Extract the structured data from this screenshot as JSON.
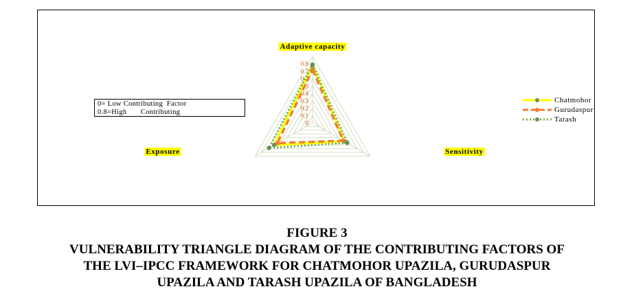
{
  "chart_data": {
    "type": "radar",
    "axes": [
      "Adaptive capacity",
      "Sensitivity",
      "Exposure"
    ],
    "scale": {
      "min": 0,
      "max": 0.8,
      "step": 0.1,
      "tick_labels": [
        "0",
        "0.1",
        "0.2",
        "0.3",
        "0.4",
        "0.5",
        "0.6",
        "0.7",
        "0.8"
      ]
    },
    "series": [
      {
        "name": "Chatmohor",
        "values": [
          0.78,
          0.5,
          0.6
        ],
        "color": "#FFFF00",
        "marker_color": "#6a8f5a",
        "dash": "solid"
      },
      {
        "name": "Gurudaspur",
        "values": [
          0.72,
          0.48,
          0.55
        ],
        "color": "#ED7D31",
        "marker_color": "#ED7D31",
        "dash": "dashed"
      },
      {
        "name": "Tarash",
        "values": [
          0.79,
          0.54,
          0.68
        ],
        "color": "#70AD47",
        "marker_color": "#6a8f5a",
        "dash": "dotted"
      }
    ],
    "grid": true,
    "legend_position": "right"
  },
  "note": {
    "line1": "0= Low Contributing  Factor",
    "line2": "0.8=High       Contributing"
  },
  "caption": {
    "line1": "FIGURE 3",
    "line2": "VULNERABILITY TRIANGLE DIAGRAM OF THE CONTRIBUTING FACTORS OF",
    "line3": "THE LVI–IPCC FRAMEWORK FOR CHATMOHOR UPAZILA, GURUDASPUR",
    "line4": "UPAZILA AND TARASH UPAZILA OF BANGLADESH"
  }
}
